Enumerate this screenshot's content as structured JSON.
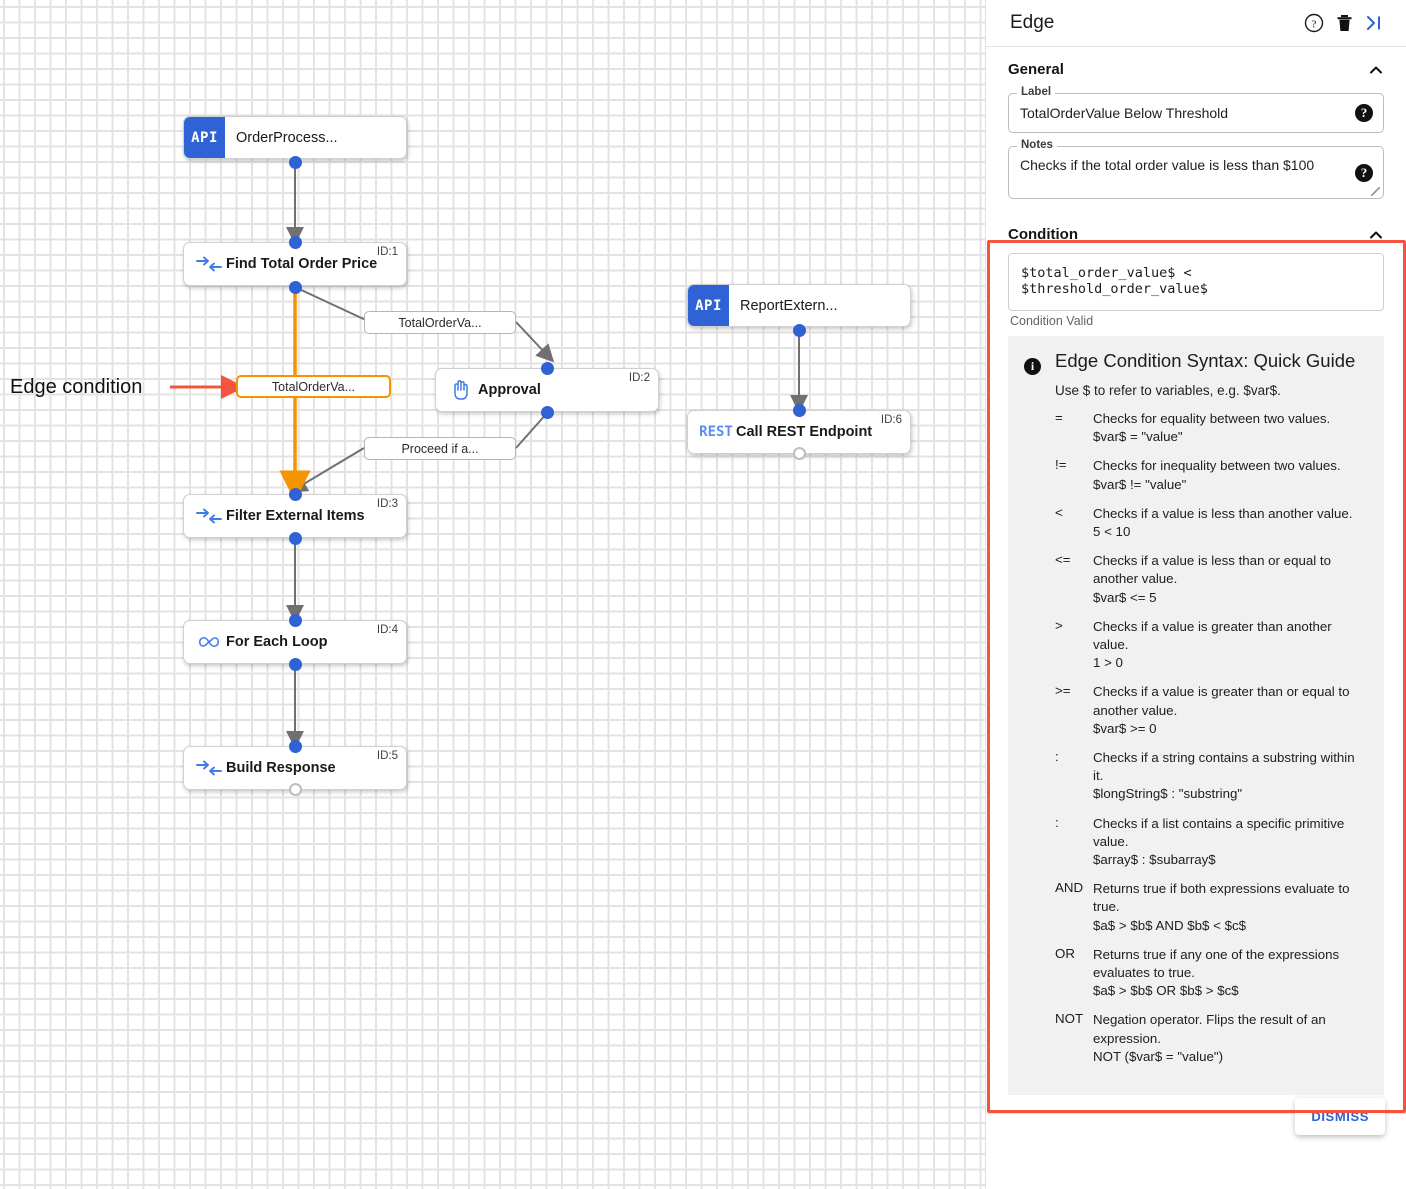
{
  "canvas": {
    "annotation": "Edge condition",
    "nodes": [
      {
        "key": "order_process",
        "type": "api",
        "badge": "API",
        "label": "OrderProcess...",
        "id": ""
      },
      {
        "key": "find_total",
        "type": "transform",
        "icon": "transform-icon",
        "label": "Find Total Order Price",
        "id": "ID:1"
      },
      {
        "key": "approval",
        "type": "approval",
        "icon": "hand-icon",
        "label": "Approval",
        "id": "ID:2"
      },
      {
        "key": "filter_items",
        "type": "transform",
        "icon": "transform-icon",
        "label": "Filter External Items",
        "id": "ID:3"
      },
      {
        "key": "for_each",
        "type": "loop",
        "icon": "infinity-icon",
        "label": "For Each Loop",
        "id": "ID:4"
      },
      {
        "key": "build_resp",
        "type": "transform",
        "icon": "transform-icon",
        "label": "Build Response",
        "id": "ID:5"
      },
      {
        "key": "report_extern",
        "type": "api",
        "badge": "API",
        "label": "ReportExtern...",
        "id": ""
      },
      {
        "key": "call_rest",
        "type": "rest",
        "badge": "REST",
        "label": "Call REST Endpoint",
        "id": "ID:6"
      }
    ],
    "edge_labels": [
      {
        "key": "to_approval",
        "text": "TotalOrderVa...",
        "selected": false
      },
      {
        "key": "selected_edge",
        "text": "TotalOrderVa...",
        "selected": true
      },
      {
        "key": "proceed",
        "text": "Proceed if a...",
        "selected": false
      }
    ],
    "colors": {
      "selected_edge": "#f59300",
      "edge": "#707070",
      "port": "#2f62d4",
      "annotation_arrow": "#f4543c"
    }
  },
  "panel": {
    "title": "Edge",
    "header_icons": [
      {
        "name": "help-icon",
        "glyph": "?"
      },
      {
        "name": "delete-icon",
        "glyph": "trash"
      },
      {
        "name": "collapse-panel-icon",
        "glyph": "collapse"
      }
    ],
    "general": {
      "title": "General",
      "collapsed": false,
      "label_field": {
        "legend": "Label",
        "value": "TotalOrderValue Below Threshold",
        "help": "?"
      },
      "notes_field": {
        "legend": "Notes",
        "value": "Checks if the total order value is less than $100",
        "help": "?"
      }
    },
    "condition": {
      "title": "Condition",
      "collapsed": false,
      "expression": "$total_order_value$ < $threshold_order_value$",
      "status": "Condition Valid",
      "highlight_color": "#f4543c",
      "guide": {
        "title": "Edge Condition Syntax: Quick Guide",
        "subtitle": "Use $ to refer to variables, e.g. $var$.",
        "operators": [
          {
            "op": "=",
            "desc": "Checks for equality between two values.",
            "example": "$var$ = \"value\""
          },
          {
            "op": "!=",
            "desc": "Checks for inequality between two values.",
            "example": "$var$ != \"value\""
          },
          {
            "op": "<",
            "desc": "Checks if a value is less than another value.",
            "example": "5 < 10"
          },
          {
            "op": "<=",
            "desc": "Checks if a value is less than or equal to another value.",
            "example": "$var$ <= 5"
          },
          {
            "op": ">",
            "desc": "Checks if a value is greater than another value.",
            "example": "1 > 0"
          },
          {
            "op": ">=",
            "desc": "Checks if a value is greater than or equal to another value.",
            "example": "$var$ >= 0"
          },
          {
            "op": ":",
            "desc": "Checks if a string contains a substring within it.",
            "example": "$longString$ : \"substring\""
          },
          {
            "op": ":",
            "desc": "Checks if a list contains a specific primitive value.",
            "example": "$array$ : $subarray$"
          },
          {
            "op": "AND",
            "desc": "Returns true if both expressions evaluate to true.",
            "example": "$a$ > $b$ AND $b$ < $c$"
          },
          {
            "op": "OR",
            "desc": "Returns true if any one of the expressions evaluates to true.",
            "example": "$a$ > $b$ OR $b$ > $c$"
          },
          {
            "op": "NOT",
            "desc": "Negation operator. Flips the result of an expression.",
            "example": "NOT ($var$ = \"value\")"
          }
        ]
      }
    },
    "footer": {
      "dismiss_label": "DISMISS"
    }
  }
}
